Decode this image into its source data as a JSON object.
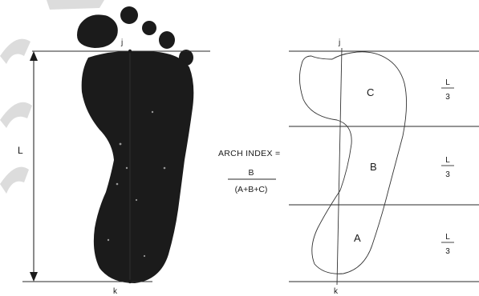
{
  "left_figure": {
    "point_top": "j",
    "point_bottom": "k",
    "length_label": "L"
  },
  "right_figure": {
    "point_top": "j",
    "point_bottom": "k",
    "regions": [
      "C",
      "B",
      "A"
    ],
    "third_numerator": "L",
    "third_denominator": "3"
  },
  "formula": {
    "title": "ARCH INDEX =",
    "numerator": "B",
    "denominator": "(A+B+C)"
  },
  "colors": {
    "ink": "#1b1b1b",
    "paper": "#ffffff",
    "corner_mark": "#d9d9d9"
  }
}
